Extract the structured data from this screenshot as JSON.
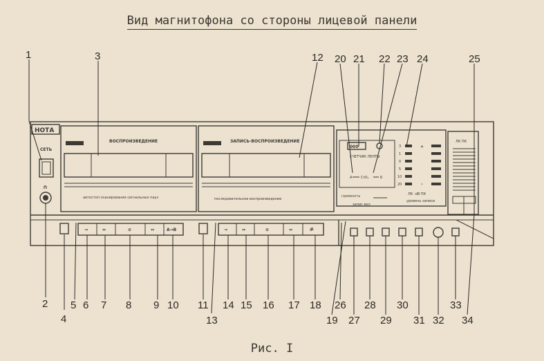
{
  "title": "Вид магнитофона со стороны лицевой панели",
  "caption": "Рис. I",
  "panel": {
    "brand": "НОТА",
    "power_label": "СЕТЬ",
    "deck1_label": "ВОСПРОИЗВЕДЕНИЕ",
    "deck1_bottom": "автостоп сканирования сигнальных пауз",
    "deck2_label": "ЗАПИСЬ-ВОСПРОИЗВЕДЕНИЕ",
    "deck2_bottom": "последовательное воспроизведение",
    "counter_label": "СЧЕТЧИК ЛЕНТЫ",
    "counter_digits": "000",
    "tape_types": [
      "А",
      "CrO₂",
      "Б"
    ],
    "level_rows": [
      "3",
      "1",
      "0",
      "5",
      "10",
      "20"
    ],
    "level_signs": [
      "+",
      "-"
    ],
    "channels": "ЛК -dB ПК",
    "level_caption": "уровень записи",
    "vu_labels": "ЛК ПК",
    "balance_label": "громкость",
    "balance_sub": "запис  вкл",
    "deck1_buttons": [
      "→",
      "↔",
      "⊙",
      "↔",
      "А→В"
    ],
    "deck2_buttons": [
      "→",
      "↔",
      "⊙",
      "↔",
      "ॐ"
    ]
  },
  "callouts": [
    "1",
    "2",
    "3",
    "4",
    "5",
    "6",
    "7",
    "8",
    "9",
    "10",
    "11",
    "12",
    "13",
    "14",
    "15",
    "16",
    "17",
    "18",
    "19",
    "20",
    "21",
    "22",
    "23",
    "24",
    "25",
    "26",
    "27",
    "28",
    "29",
    "30",
    "31",
    "32",
    "33",
    "34"
  ]
}
